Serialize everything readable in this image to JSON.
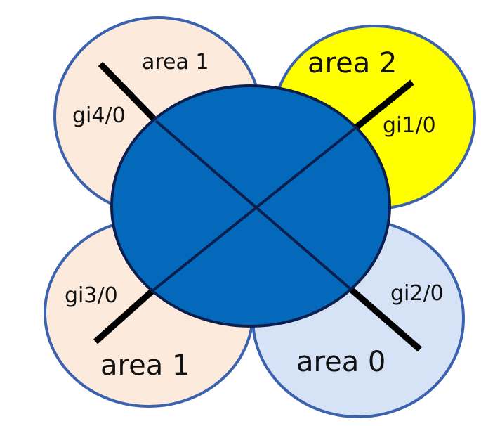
{
  "diagram": {
    "colors": {
      "area1_fill": "#FCEBDC",
      "area2_fill": "#FFFF00",
      "area0_fill": "#D6E3F7",
      "area_stroke": "#3B62AE",
      "router_fill": "#0569BB",
      "router_stroke": "#0B1E4E",
      "link_color": "#000000"
    },
    "areas": {
      "top_left": "area 1",
      "top_right": "area 2",
      "bottom_left": "area 1",
      "bottom_right": "area 0"
    },
    "interfaces": {
      "top_left": "gi4/0",
      "top_right": "gi1/0",
      "bottom_left": "gi3/0",
      "bottom_right": "gi2/0"
    }
  }
}
